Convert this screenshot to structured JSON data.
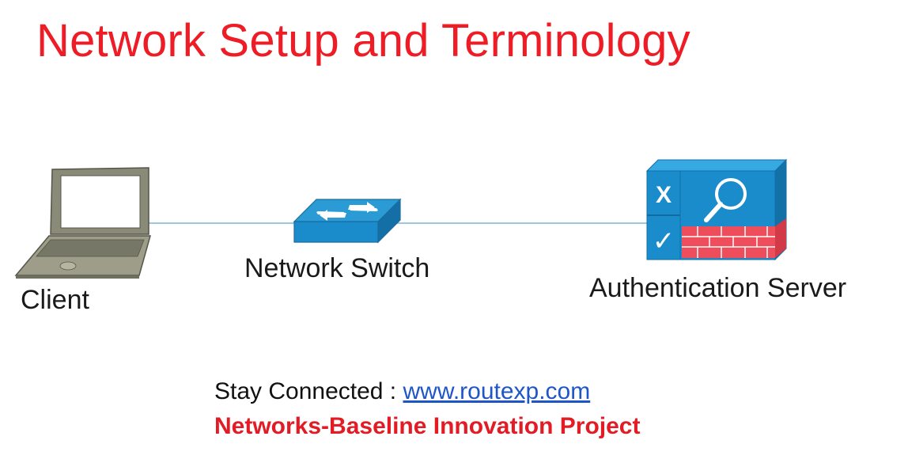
{
  "slide": {
    "title": "Network Setup and Terminology",
    "colors": {
      "title": "#ee1c25",
      "link": "#1f56c7",
      "project": "#e21b24",
      "connector": "#7fb3d5"
    }
  },
  "nodes": [
    {
      "id": "client",
      "label": "Client",
      "icon": "laptop-icon"
    },
    {
      "id": "switch",
      "label": "Network Switch",
      "icon": "switch-icon"
    },
    {
      "id": "auth",
      "label": "Authentication Server",
      "icon": "auth-server-icon"
    }
  ],
  "server_icon": {
    "deny_glyph": "X",
    "allow_glyph": "✓"
  },
  "footer": {
    "prefix": "Stay Connected : ",
    "link_text": "www.routexp.com",
    "project": "Networks-Baseline Innovation Project"
  }
}
